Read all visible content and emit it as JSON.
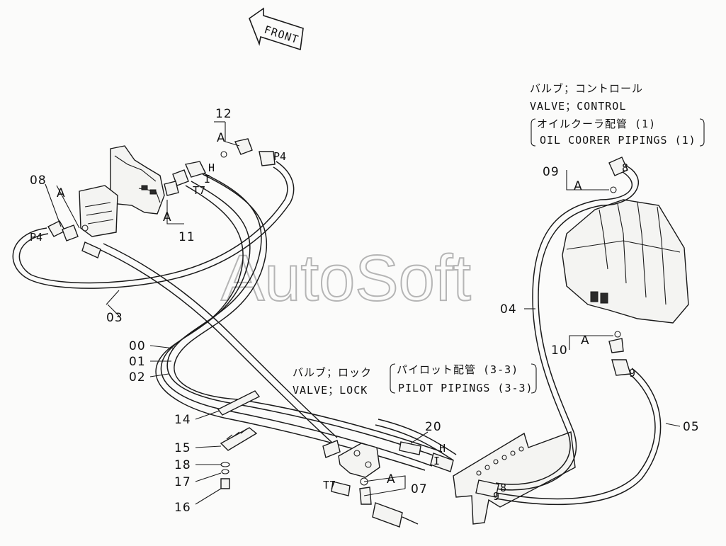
{
  "direction": {
    "text": "FRONT"
  },
  "watermark": "AutoSoft",
  "control_valve_note": {
    "line1": "バルブ；コントロール",
    "line2": "VALVE；CONTROL",
    "line3": "オイルクーラ配管 (1)",
    "line4": "OIL COORER PIPINGS (1)"
  },
  "lock_valve_note": {
    "label1": "バルブ；ロック",
    "label2": "VALVE；LOCK",
    "line1": "パイロット配管 (3-3)",
    "line2": "PILOT PIPINGS (3-3)"
  },
  "callouts": {
    "c12": "12",
    "c08": "08",
    "c11": "11",
    "c03": "03",
    "c00": "00",
    "c01": "01",
    "c02": "02",
    "c04": "04",
    "c05": "05",
    "c09": "09",
    "c10": "10",
    "c14": "14",
    "c15": "15",
    "c18": "18",
    "c17": "17",
    "c16": "16",
    "c20": "20",
    "c07": "07"
  },
  "port_labels": {
    "p4_top": "P4",
    "p4_left": "P4",
    "h_top": "H",
    "i_top": "I",
    "t7_top": "T7",
    "t7_bottom": "T7",
    "h_bottom": "H",
    "i_bottom": "I",
    "n8_top": "8",
    "n9_mid": "9",
    "n8_bottom": "8",
    "n9_bottom": "9"
  },
  "detail_markers": {
    "a_12": "A",
    "a_08": "A",
    "a_11": "A",
    "a_09": "A",
    "a_10": "A",
    "a_07": "A"
  }
}
